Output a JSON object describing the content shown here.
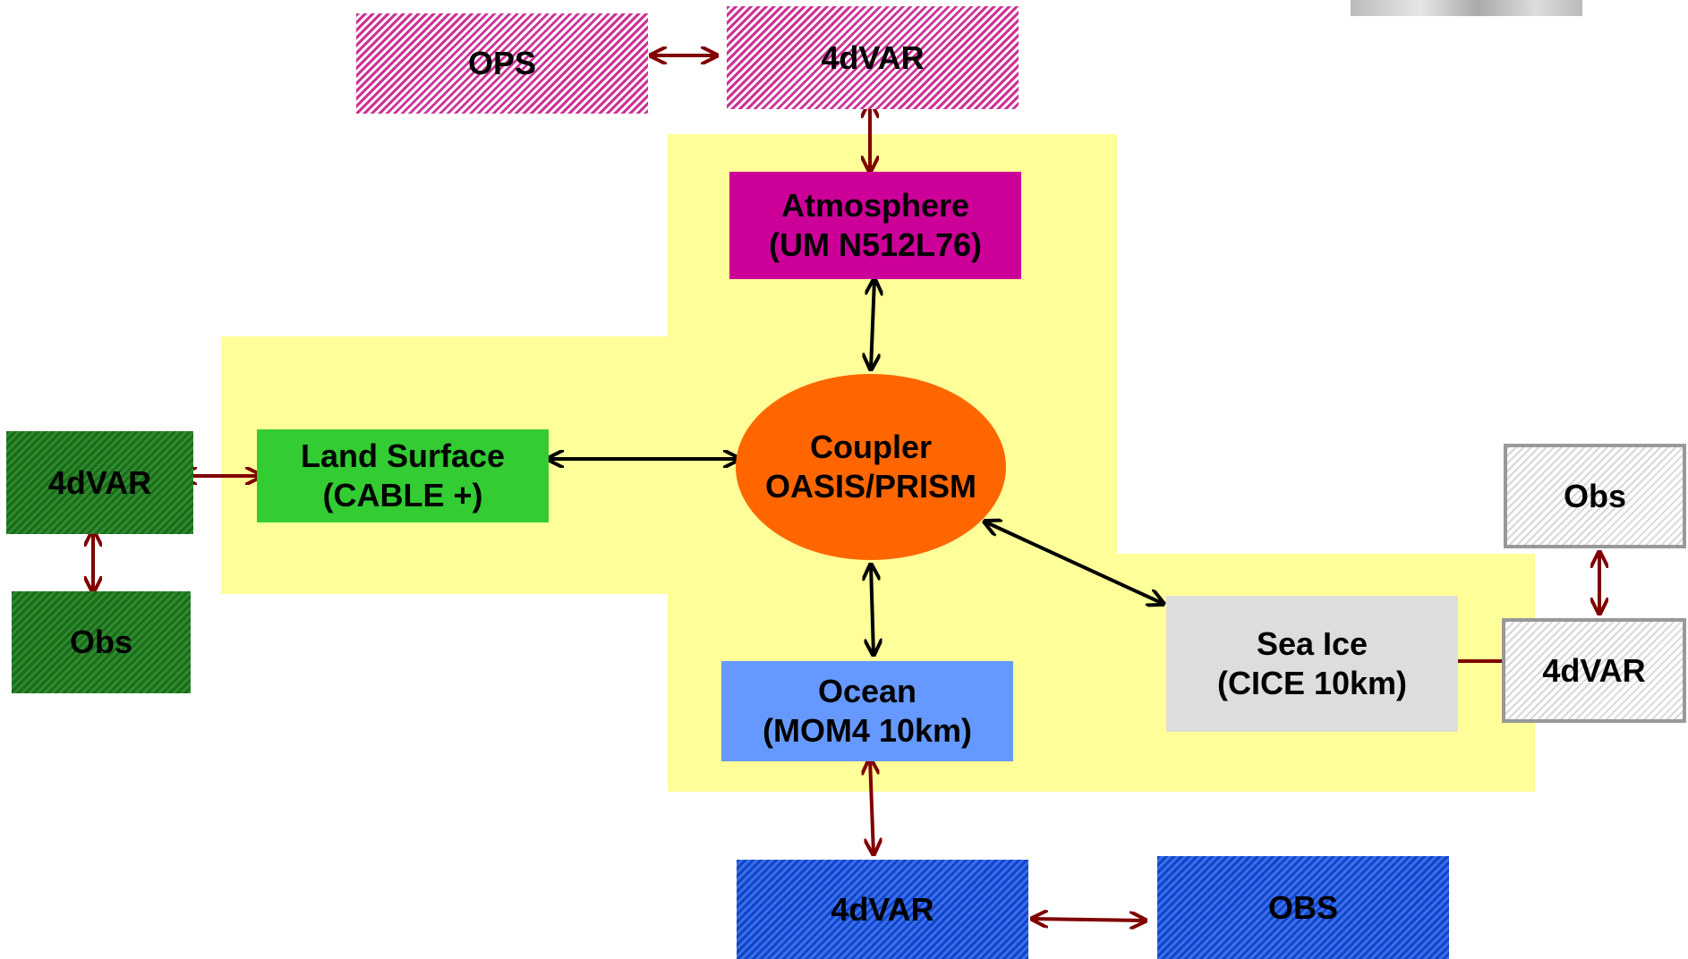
{
  "colors": {
    "background_region": "#ffff99",
    "atmosphere": "#cc0099",
    "land_surface": "#33cc33",
    "ocean": "#6699ff",
    "sea_ice": "#dddddd",
    "coupler": "#ff6600",
    "data_assimilation_arrow": "#800000",
    "coupling_arrow": "#000000"
  },
  "atmosphere_branch": {
    "ops_label": "OPS",
    "var_label": "4dVAR",
    "model_name": "Atmosphere",
    "model_detail": "(UM N512L76)"
  },
  "coupler": {
    "name": "Coupler",
    "detail": "OASIS/PRISM"
  },
  "land_branch": {
    "var_label": "4dVAR",
    "obs_label": "Obs",
    "model_name": "Land Surface",
    "model_detail": "(CABLE +)"
  },
  "ocean_branch": {
    "model_name": "Ocean",
    "model_detail": "(MOM4 10km)",
    "var_label": "4dVAR",
    "obs_label": "OBS"
  },
  "sea_ice_branch": {
    "model_name": "Sea Ice",
    "model_detail": "(CICE 10km)",
    "var_label": "4dVAR",
    "obs_label": "Obs"
  }
}
